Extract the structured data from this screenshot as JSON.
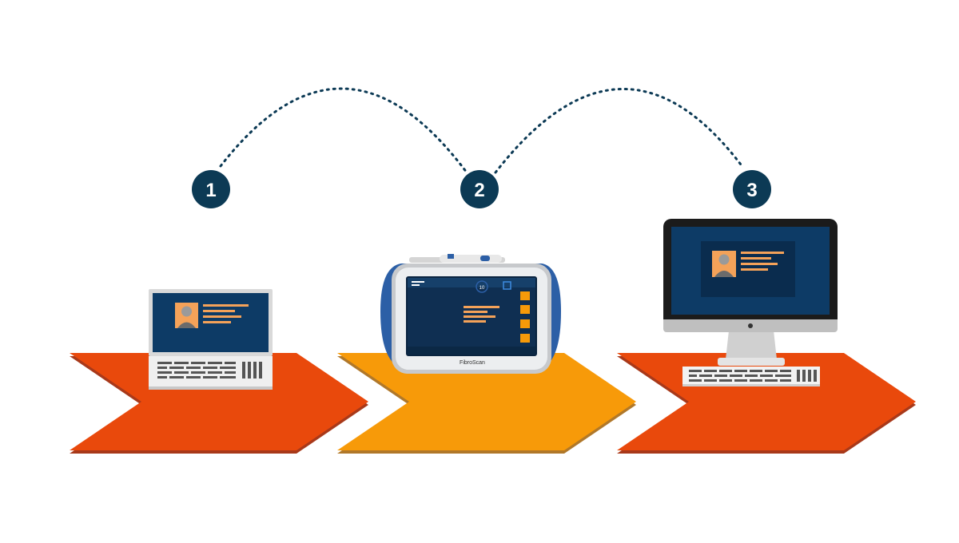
{
  "steps": [
    {
      "number": "1",
      "device": "laptop-computer"
    },
    {
      "number": "2",
      "device": "fibroscan-tablet"
    },
    {
      "number": "3",
      "device": "desktop-monitor"
    }
  ],
  "tablet": {
    "brand": "FibroScan",
    "gauge_value": "10"
  },
  "colors": {
    "dark_navy": "#0c3a55",
    "screen_blue": "#0d3b66",
    "orange_red": "#e9490c",
    "orange_red_side": "#a8391a",
    "amber": "#f79a09",
    "amber_side": "#b0782a",
    "accent_orange": "#f4a259",
    "tablet_blue": "#2c5fa6"
  }
}
